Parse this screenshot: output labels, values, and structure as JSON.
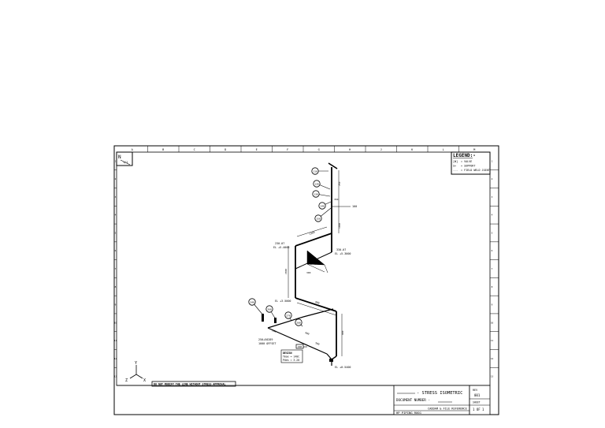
{
  "drawing": {
    "type": "stress isometric piping drawing",
    "column_labels": [
      "A",
      "B",
      "C",
      "D",
      "E",
      "F",
      "G",
      "H",
      "J",
      "K",
      "L",
      "M"
    ],
    "row_labels": [
      "1",
      "2",
      "3",
      "4",
      "5",
      "6",
      "7",
      "8",
      "9",
      "10",
      "11",
      "12",
      "13"
    ],
    "north_marker": {
      "letter": "N",
      "subtext": "1/1"
    },
    "legend": {
      "title": "LEGEND:-",
      "items": [
        {
          "symbol": "[W]",
          "text": "= VALVE"
        },
        {
          "symbol": "S=",
          "text": "= SUPPORT"
        },
        {
          "symbol": "---",
          "text": "= FIELD WELD JOINT"
        }
      ]
    },
    "axes": {
      "y": "Y",
      "z": "Z",
      "x": "X"
    },
    "warning_box": "DO NOT MODIFY THE LINE WITHOUT STRESS APPROVAL",
    "node_tags": [
      "110",
      "120",
      "130",
      "140",
      "150",
      "240",
      "260",
      "270",
      "280",
      "290"
    ],
    "side_tag": "100",
    "elevations": {
      "top_left_node": "230.07",
      "top_left_el": "EL +5.4000",
      "right_node": "330.07",
      "right_el": "EL +5.3000",
      "mid_el": "EL +3.5000",
      "bottom_el": "EL +0.5400",
      "sup_a": "250+50289",
      "sup_b": "1000 OFFSET"
    },
    "dimensions": [
      "250",
      "1000",
      "350",
      "2000",
      "1200",
      "800",
      "900",
      "300",
      "400",
      "500",
      "200"
    ],
    "design_note": {
      "title": "DESIGN",
      "line1": "Tmax = 140C",
      "line2": "Pdes = 3.20"
    },
    "title_block": {
      "title": "- STRESS ISOMETRIC",
      "doc_number_label": "DOCUMENT NUMBER -",
      "file_ref": "CADDAM & FILE REFERENCE",
      "file_name": "HP PIPING_R001",
      "rev_label": "REV",
      "rev_value": "001",
      "sheet_label": "SHEET",
      "sheet_value": "1 OF 1"
    },
    "colors": {
      "ink": "#000000",
      "paper": "#ffffff"
    }
  }
}
